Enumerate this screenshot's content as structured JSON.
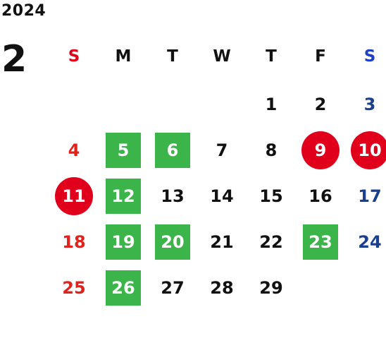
{
  "year": "2024",
  "month": "2",
  "weekdays": [
    "S",
    "M",
    "T",
    "W",
    "T",
    "F",
    "S"
  ],
  "colors": {
    "sunday": "#e0221c",
    "saturday": "#1b3f8f",
    "highlight_green": "#3bb54a",
    "holiday_red": "#e0001b"
  },
  "days": [
    {
      "label": "1",
      "style": "plain"
    },
    {
      "label": "2",
      "style": "plain"
    },
    {
      "label": "3",
      "style": "plain"
    },
    {
      "label": "4",
      "style": "plain"
    },
    {
      "label": "5",
      "style": "green"
    },
    {
      "label": "6",
      "style": "green"
    },
    {
      "label": "7",
      "style": "plain"
    },
    {
      "label": "8",
      "style": "plain"
    },
    {
      "label": "9",
      "style": "red"
    },
    {
      "label": "10",
      "style": "red"
    },
    {
      "label": "11",
      "style": "red"
    },
    {
      "label": "12",
      "style": "green"
    },
    {
      "label": "13",
      "style": "plain"
    },
    {
      "label": "14",
      "style": "plain"
    },
    {
      "label": "15",
      "style": "plain"
    },
    {
      "label": "16",
      "style": "plain"
    },
    {
      "label": "17",
      "style": "plain"
    },
    {
      "label": "18",
      "style": "plain"
    },
    {
      "label": "19",
      "style": "green"
    },
    {
      "label": "20",
      "style": "green"
    },
    {
      "label": "21",
      "style": "plain"
    },
    {
      "label": "22",
      "style": "plain"
    },
    {
      "label": "23",
      "style": "green"
    },
    {
      "label": "24",
      "style": "plain"
    },
    {
      "label": "25",
      "style": "plain"
    },
    {
      "label": "26",
      "style": "green"
    },
    {
      "label": "27",
      "style": "plain"
    },
    {
      "label": "28",
      "style": "plain"
    },
    {
      "label": "29",
      "style": "plain"
    }
  ]
}
